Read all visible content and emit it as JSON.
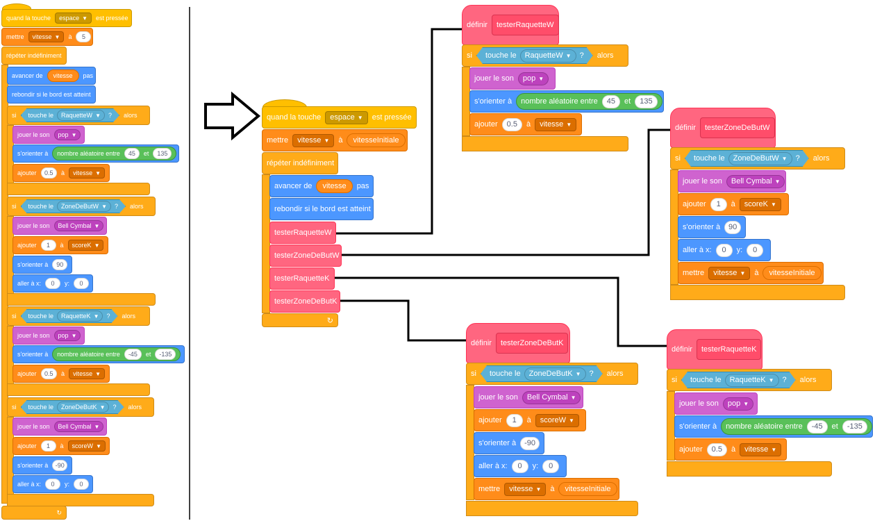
{
  "t": {
    "when": "quand la touche",
    "space": "espace",
    "pressed": "est pressée",
    "set": "mettre",
    "to": "à",
    "forever": "répéter indéfiniment",
    "move": "avancer de",
    "steps": "pas",
    "bounce": "rebondir si le bord est atteint",
    "if": "si",
    "then": "alors",
    "touching": "touche le",
    "q": "?",
    "play": "jouer le son",
    "point": "s'orienter à",
    "random": "nombre aléatoire entre",
    "and": "et",
    "change": "ajouter",
    "goto": "aller à x:",
    "y": "y:",
    "define": "définir",
    "vitesse": "vitesse",
    "vitesseInitiale": "vitesseInitiale",
    "pop": "pop",
    "cymbal": "Bell Cymbal",
    "scoreK": "scoreK",
    "scoreW": "scoreW",
    "raqW": "RaquetteW",
    "raqK": "RaquetteK",
    "zoneW": "ZoneDeButW",
    "zoneK": "ZoneDeButK",
    "tRaqW": "testerRaquetteW",
    "tZoneW": "testerZoneDeButW",
    "tRaqK": "testerRaquetteK",
    "tZoneK": "testerZoneDeButK",
    "n5": "5",
    "n45": "45",
    "n135": "135",
    "n05": "0.5",
    "n1": "1",
    "n90": "90",
    "n0": "0",
    "nm45": "-45",
    "nm135": "-135",
    "nm90": "-90"
  },
  "colors": {
    "events": "#ffbf00",
    "control": "#ffab19",
    "variables": "#ff8c1a",
    "motion": "#4c97ff",
    "sound": "#cf63cf",
    "sensing": "#5cb1d6",
    "operators": "#59c059",
    "myblocks": "#ff6680"
  },
  "icons": {
    "loop": "loop-arrow-icon",
    "dropdown": "dropdown-caret-icon",
    "arrow": "right-arrow-icon"
  }
}
